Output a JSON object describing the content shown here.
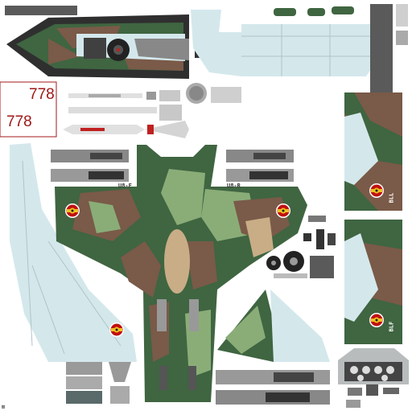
{
  "texture": {
    "tail_numbers": [
      "778",
      "778"
    ],
    "bay_labels": [
      "U8-F",
      "U8-R"
    ],
    "stencil_labels": [
      "BLL",
      "BLF"
    ],
    "corner_mark": "⊠"
  },
  "colors": {
    "camo_dark_green": "#3f6541",
    "camo_light_green": "#8aad78",
    "camo_brown": "#7a5a48",
    "camo_tan": "#c8ad86",
    "light_blue_underside": "#d4e8ec",
    "panel_line": "#7a9095",
    "marking_red": "#a01818",
    "insignia_yellow": "#f0c020"
  }
}
